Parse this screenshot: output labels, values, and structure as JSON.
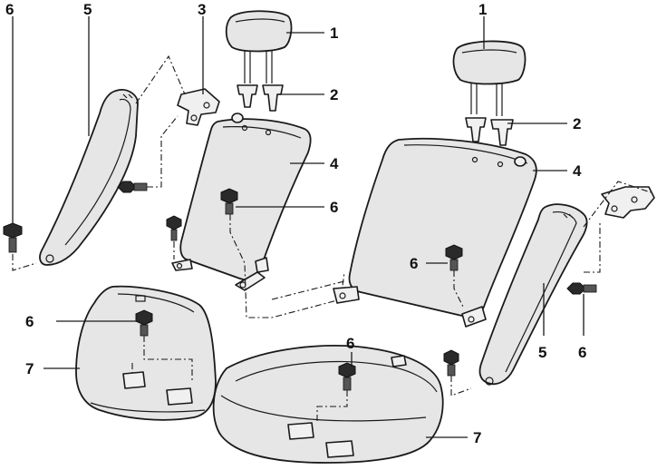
{
  "callouts": {
    "c1a": "1",
    "c1b": "1",
    "c2a": "2",
    "c2b": "2",
    "c3": "3",
    "c4a": "4",
    "c4b": "4",
    "c5a": "5",
    "c5b": "5",
    "c6a": "6",
    "c6b": "6",
    "c6c": "6",
    "c6d": "6",
    "c6e": "6",
    "c6f": "6",
    "c7a": "7",
    "c7b": "7"
  }
}
